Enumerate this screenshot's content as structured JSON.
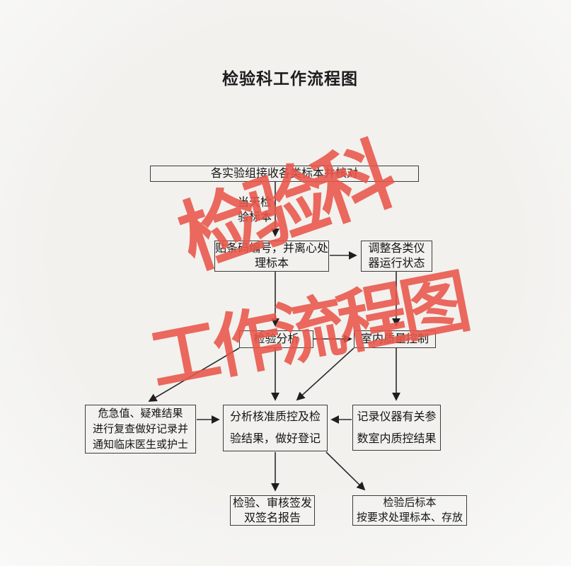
{
  "title": "检验科工作流程图",
  "watermark": {
    "line1": "检验科",
    "line2": "工作流程图",
    "color": "#e9564a"
  },
  "flowchart": {
    "receive": "各实验组接收各类标本并核对",
    "same_day_label": "当天检\n验标本",
    "barcode": "贴条码编号，并离心处\n理标本",
    "adjust_instruments": "调整各类仪\n器运行状态",
    "analysis": "检验分析",
    "internal_qc": "室内质量控制",
    "critical_values": "危急值、疑难结果\n进行复查做好记录并\n通知临床医生或护士",
    "review_results": "分析核准质控及检\n验结果，做好登记",
    "record_params": "记录仪器有关参\n数室内质控结果",
    "sign_report": "检验、审核签发\n双签名报告",
    "specimen_storage": "检验后标本\n按要求处理标本、存放"
  }
}
